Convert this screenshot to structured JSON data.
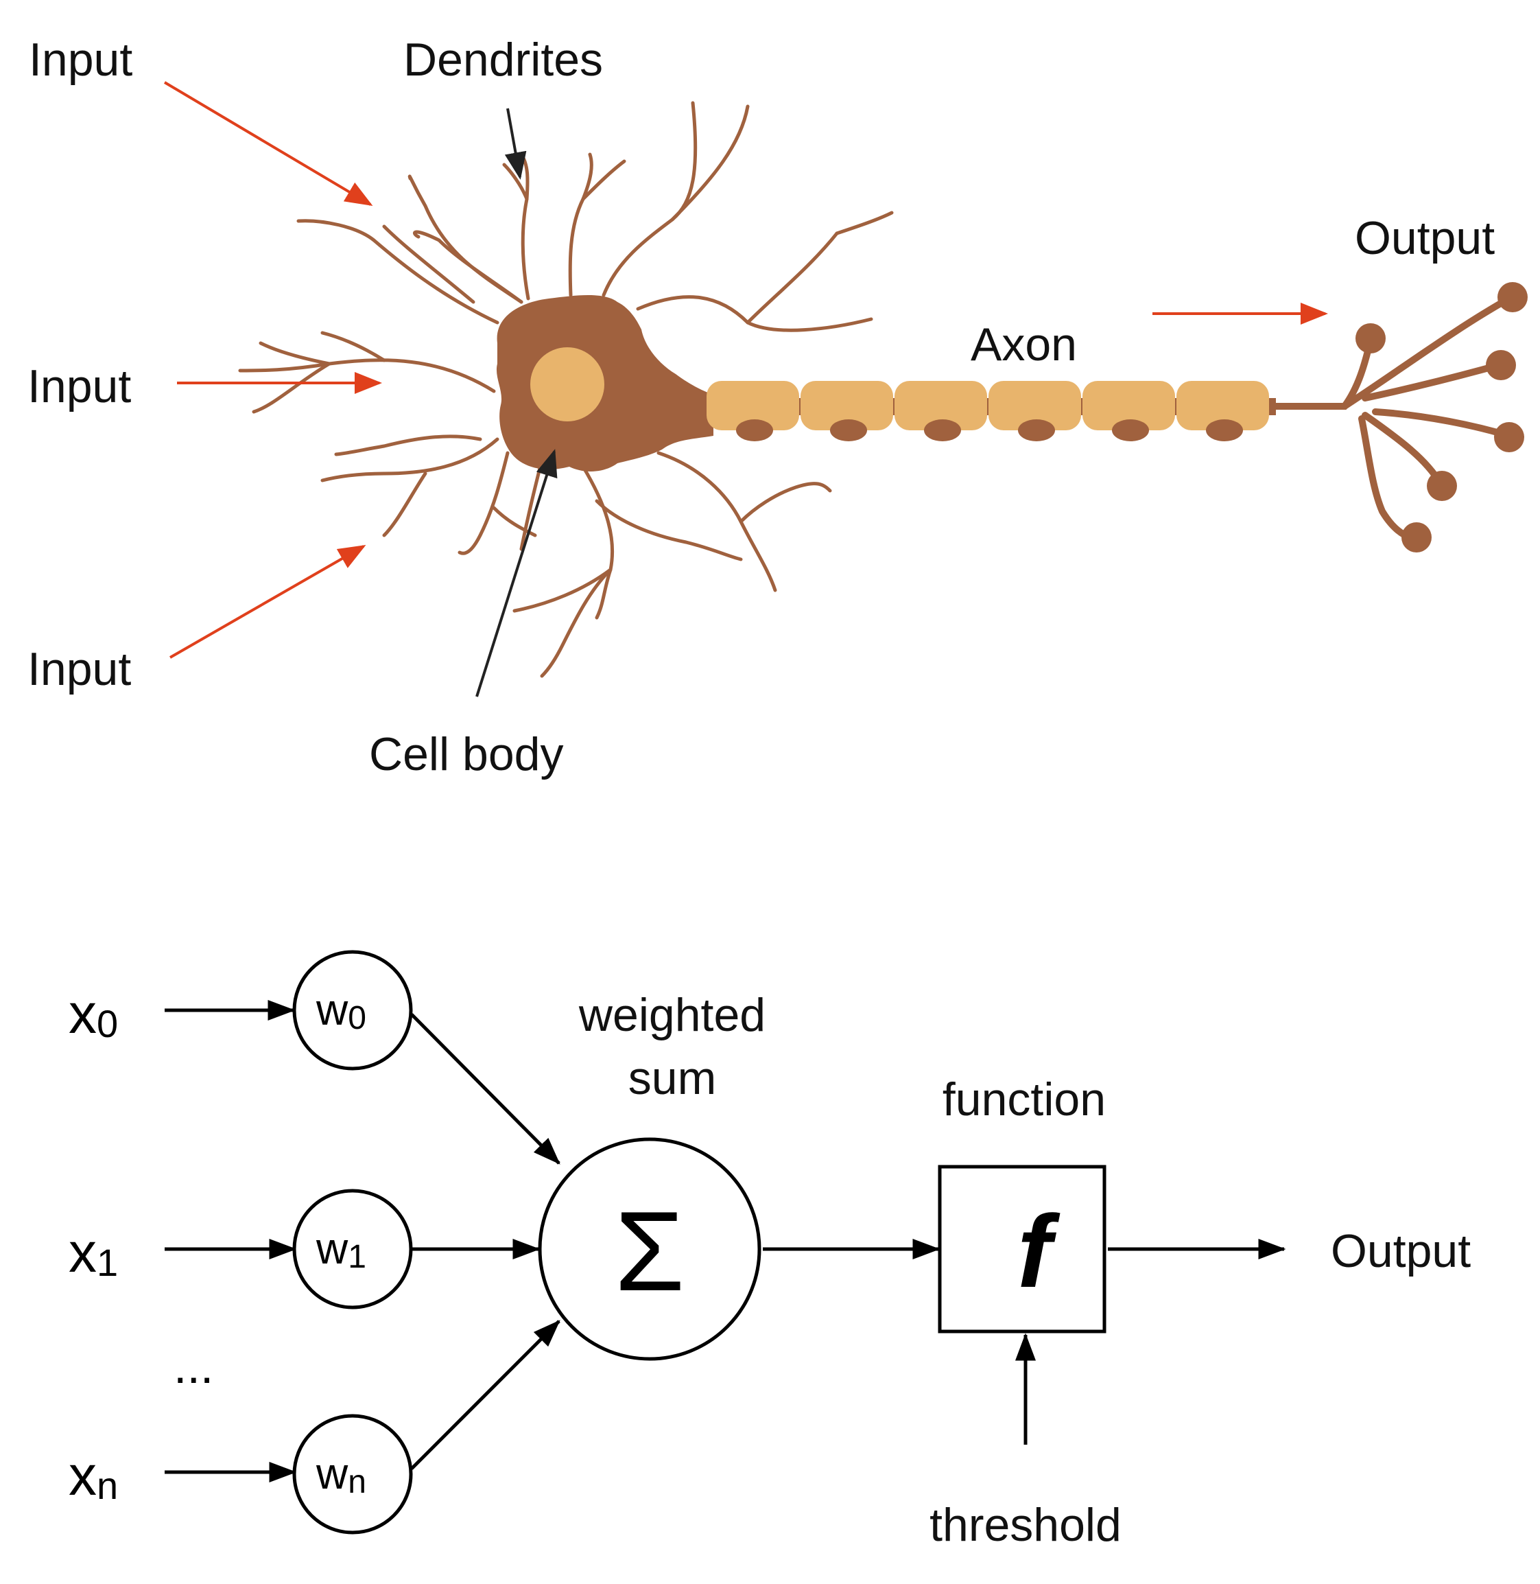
{
  "neuron": {
    "input_labels": [
      "Input",
      "Input",
      "Input"
    ],
    "dendrites_label": "Dendrites",
    "cell_body_label": "Cell body",
    "axon_label": "Axon",
    "output_label": "Output"
  },
  "perceptron": {
    "inputs": [
      {
        "var": "x",
        "sub": "0"
      },
      {
        "var": "x",
        "sub": "1"
      },
      {
        "var": "x",
        "sub": "n"
      }
    ],
    "weights": [
      {
        "var": "w",
        "sub": "0"
      },
      {
        "var": "w",
        "sub": "1"
      },
      {
        "var": "w",
        "sub": "n"
      }
    ],
    "ellipsis": "...",
    "weighted_sum_label": [
      "weighted",
      "sum"
    ],
    "sum_symbol": "Σ",
    "function_label": "function",
    "function_symbol": "f",
    "threshold_label": "threshold",
    "output_label": "Output"
  },
  "colors": {
    "neuron_body": "#A0613E",
    "nucleus": "#E8B46C",
    "myelin": "#E8B46C",
    "input_arrow": "#E0401C",
    "black": "#000000"
  }
}
